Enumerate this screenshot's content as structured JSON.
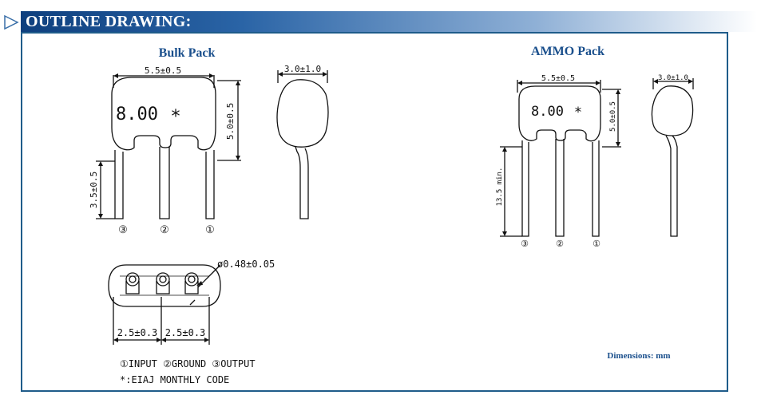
{
  "header": {
    "title": "OUTLINE DRAWING:"
  },
  "bulk": {
    "title": "Bulk Pack",
    "marking": "8.00",
    "marking_symbol": "*",
    "dim_width": "5.5±0.5",
    "dim_height": "5.0±0.5",
    "dim_lead": "3.5±0.5",
    "dim_thickness": "3.0±1.0",
    "pin3": "③",
    "pin2": "②",
    "pin1": "①",
    "dim_pin_diameter": "ø0.48±0.05",
    "dim_pitch_left": "2.5±0.3",
    "dim_pitch_right": "2.5±0.3"
  },
  "ammo": {
    "title": "AMMO Pack",
    "marking": "8.00",
    "marking_symbol": "*",
    "dim_width": "5.5±0.5",
    "dim_height": "5.0±0.5",
    "dim_lead": "13.5 min.",
    "dim_thickness": "3.0±1.0",
    "pin3": "③",
    "pin2": "②",
    "pin1": "①"
  },
  "legend": {
    "pins": "①INPUT ②GROUND ③OUTPUT",
    "code": "*:EIAJ MONTHLY CODE"
  },
  "units_note": "Dimensions: mm",
  "colors": {
    "header_dark": "#0e3f7e",
    "frame": "#1f5c8a",
    "title_blue": "#1a4f8c"
  }
}
